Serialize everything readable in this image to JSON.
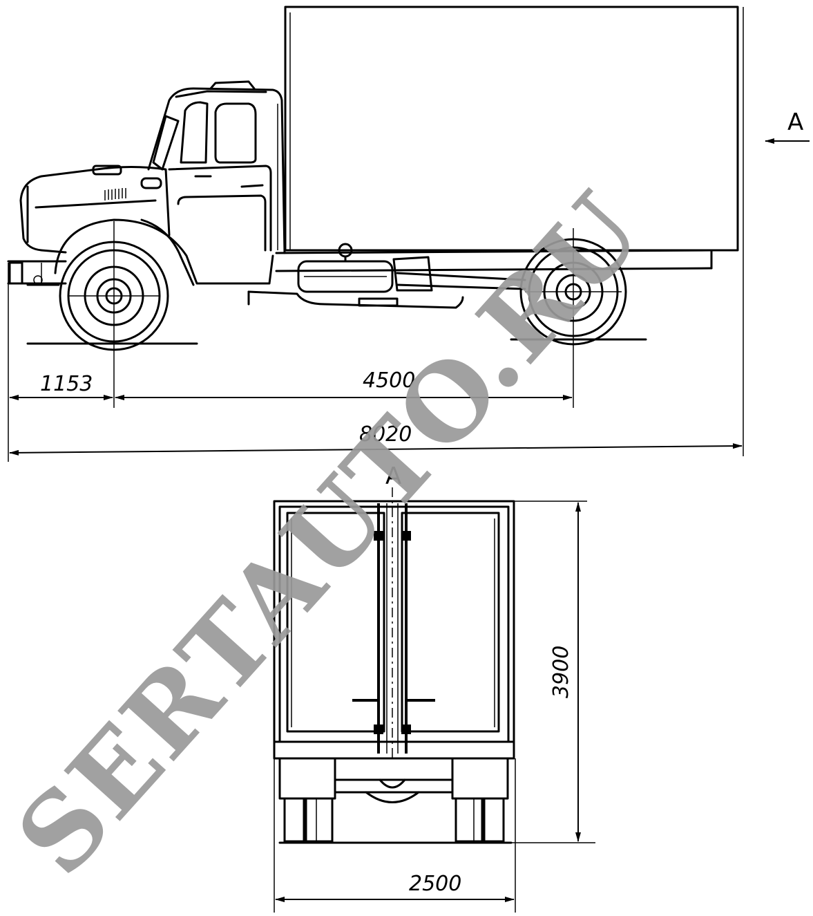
{
  "dimensions": {
    "front_overhang": "1153",
    "wheelbase": "4500",
    "overall_length": "8020",
    "overall_height": "3900",
    "overall_width": "2500"
  },
  "section_marker": {
    "side_view_label": "A",
    "rear_view_label": "A"
  },
  "watermark": {
    "text": "SERTAUTO.RU",
    "color": "#9a9a9a"
  }
}
